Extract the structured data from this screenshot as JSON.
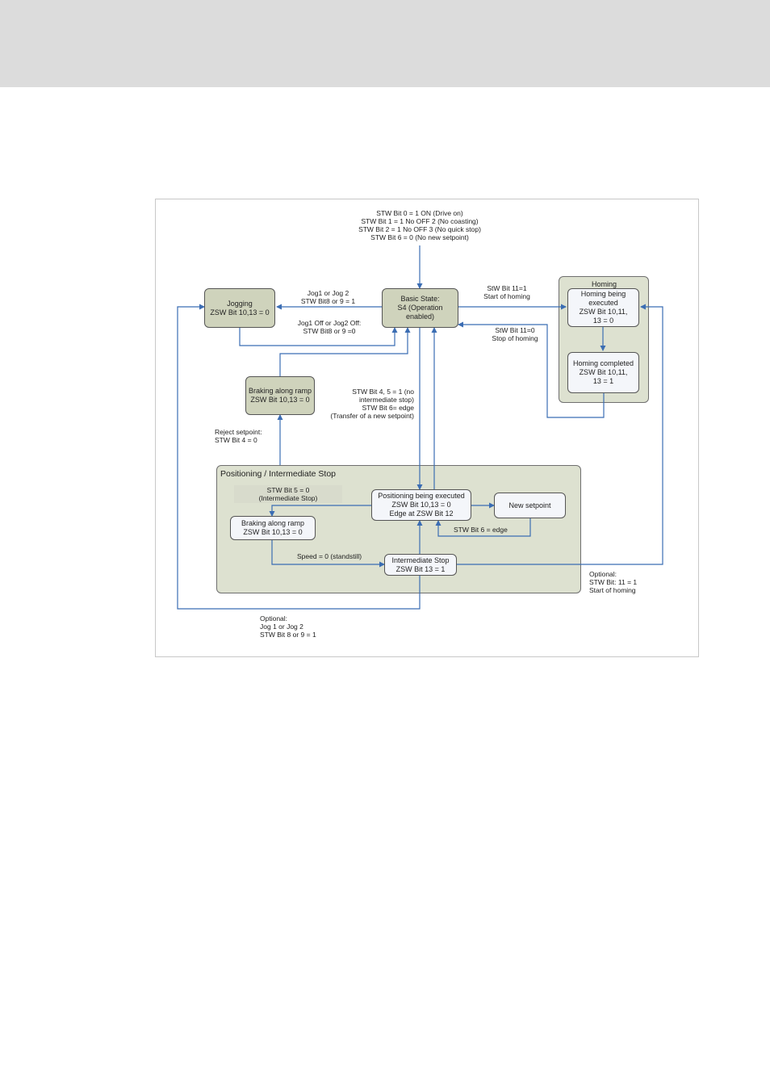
{
  "diagram": {
    "top_condition": [
      "STW Bit 0 = 1 ON (Drive on)",
      "STW Bit 1 = 1 No OFF 2 (No coasting)",
      "STW Bit 2 = 1 No OFF 3 (No quick stop)",
      "STW Bit 6 = 0 (No new setpoint)"
    ],
    "states": {
      "basic": [
        "Basic State:",
        "S4 (Operation",
        "enabled)"
      ],
      "jogging": [
        "Jogging",
        "ZSW Bit 10,13 = 0"
      ],
      "braking_top": [
        "Braking along ramp",
        "ZSW Bit 10,13 = 0"
      ],
      "homing_exec": [
        "Homing being",
        "executed",
        "ZSW Bit 10,11,",
        "13 = 0"
      ],
      "homing_done": [
        "Homing completed",
        "ZSW Bit 10,11,",
        "13 = 1"
      ],
      "pos_exec": [
        "Positioning being executed",
        "ZSW Bit 10,13 = 0",
        "Edge at  ZSW Bit 12"
      ],
      "new_setpoint": [
        "New setpoint"
      ],
      "braking_bottom": [
        "Braking along ramp",
        "ZSW Bit 10,13 = 0"
      ],
      "intermediate": [
        "Intermediate Stop",
        "ZSW Bit 13 = 1"
      ]
    },
    "groups": {
      "homing": "Homing",
      "positioning": "Positioning / Intermediate Stop"
    },
    "labels": {
      "jog_on": [
        "Jog1 or Jog 2",
        "STW Bit8 or 9 = 1"
      ],
      "jog_off": [
        "Jog1 Off or Jog2 Off:",
        "STW Bit8 or 9 =0"
      ],
      "homing_start": [
        "StW Bit 11=1",
        "Start of homing"
      ],
      "homing_stop": [
        "StW Bit 11=0",
        "Stop of homing"
      ],
      "positioning_start": [
        "STW Bit 4, 5 = 1 (no",
        "intermediate stop)",
        "STW Bit 6= edge",
        "(Transfer of a new setpoint)"
      ],
      "reject": [
        "Reject setpoint:",
        "STW Bit 4 = 0"
      ],
      "inter_stop": [
        "STW Bit 5 = 0",
        "(Intermediate Stop)"
      ],
      "new_edge": "STW Bit 6 = edge",
      "speed_zero": "Speed = 0 (standstill)",
      "optional_homing": [
        "Optional:",
        "STW Bit: 11 = 1",
        "Start of homing"
      ],
      "optional_jog": [
        "Optional:",
        "Jog 1 or Jog 2",
        "STW Bit 8 or 9 = 1"
      ]
    }
  }
}
